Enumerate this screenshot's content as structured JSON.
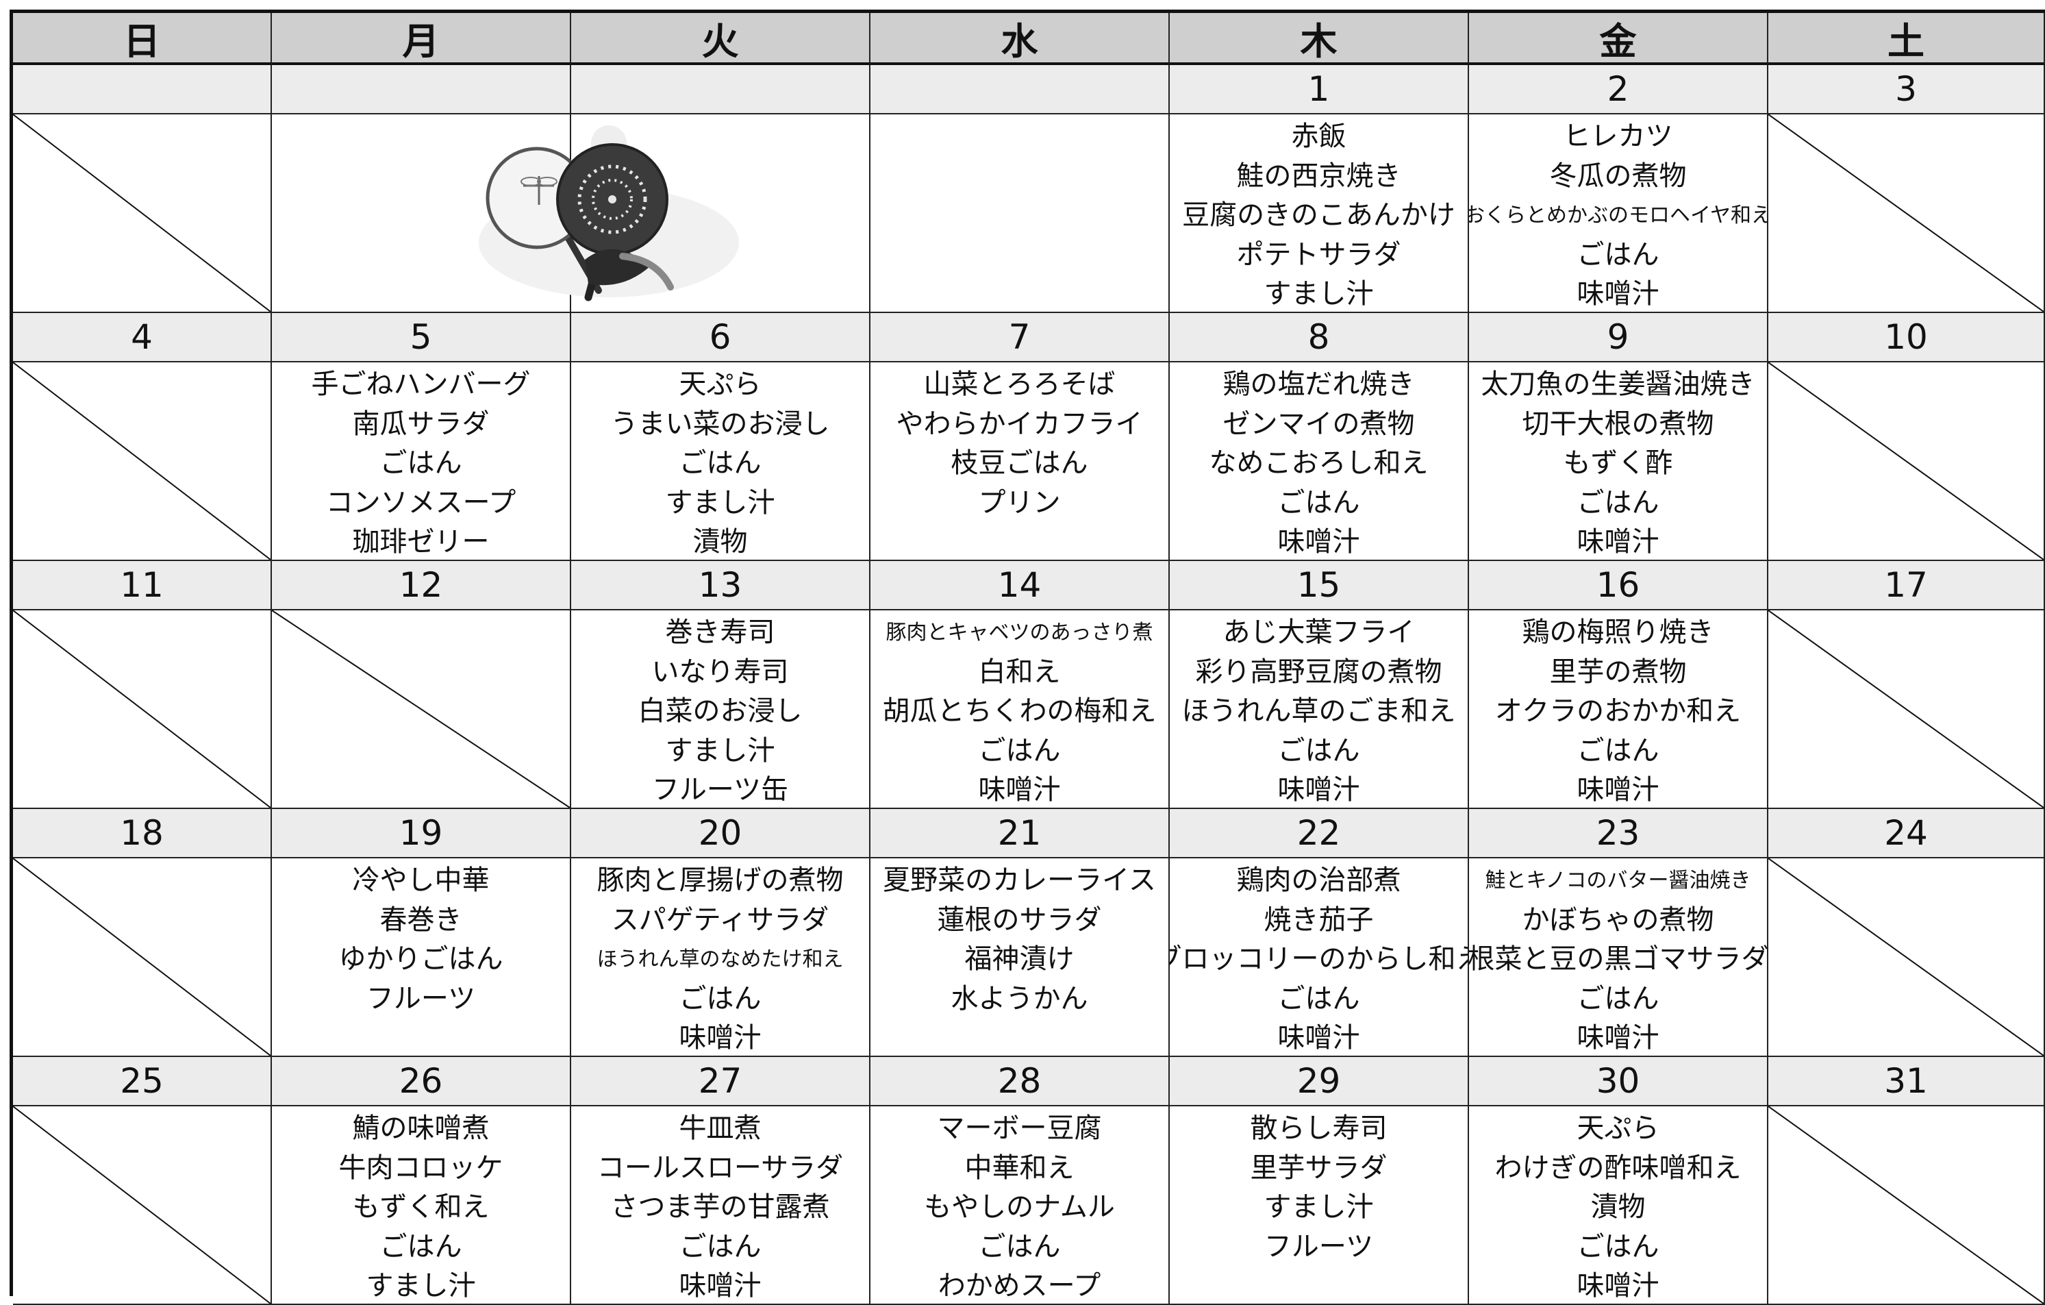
{
  "weekdays": [
    "日",
    "月",
    "火",
    "水",
    "木",
    "金",
    "土"
  ],
  "weeks": [
    {
      "dates": [
        "",
        "",
        "",
        "",
        "1",
        "2",
        "3"
      ],
      "menus": [
        null,
        [],
        [],
        [],
        [
          "赤飯",
          "鮭の西京焼き",
          "豆腐のきのこあんかけ",
          "ポテトサラダ",
          "すまし汁"
        ],
        [
          "ヒレカツ",
          "冬瓜の煮物",
          "おくらとめかぶのモロヘイヤ和え",
          "ごはん",
          "味噌汁"
        ],
        null
      ]
    },
    {
      "dates": [
        "4",
        "5",
        "6",
        "7",
        "8",
        "9",
        "10"
      ],
      "menus": [
        null,
        [
          "手ごねハンバーグ",
          "南瓜サラダ",
          "ごはん",
          "コンソメスープ",
          "珈琲ゼリー"
        ],
        [
          "天ぷら",
          "うまい菜のお浸し",
          "ごはん",
          "すまし汁",
          "漬物"
        ],
        [
          "山菜とろろそば",
          "やわらかイカフライ",
          "枝豆ごはん",
          "プリン"
        ],
        [
          "鶏の塩だれ焼き",
          "ゼンマイの煮物",
          "なめこおろし和え",
          "ごはん",
          "味噌汁"
        ],
        [
          "太刀魚の生姜醤油焼き",
          "切干大根の煮物",
          "もずく酢",
          "ごはん",
          "味噌汁"
        ],
        null
      ]
    },
    {
      "dates": [
        "11",
        "12",
        "13",
        "14",
        "15",
        "16",
        "17"
      ],
      "menus": [
        null,
        null,
        [
          "巻き寿司",
          "いなり寿司",
          "白菜のお浸し",
          "すまし汁",
          "フルーツ缶"
        ],
        [
          "豚肉とキャベツのあっさり煮",
          "白和え",
          "胡瓜とちくわの梅和え",
          "ごはん",
          "味噌汁"
        ],
        [
          "あじ大葉フライ",
          "彩り高野豆腐の煮物",
          "ほうれん草のごま和え",
          "ごはん",
          "味噌汁"
        ],
        [
          "鶏の梅照り焼き",
          "里芋の煮物",
          "オクラのおかか和え",
          "ごはん",
          "味噌汁"
        ],
        null
      ]
    },
    {
      "dates": [
        "18",
        "19",
        "20",
        "21",
        "22",
        "23",
        "24"
      ],
      "menus": [
        null,
        [
          "冷やし中華",
          "春巻き",
          "ゆかりごはん",
          "フルーツ"
        ],
        [
          "豚肉と厚揚げの煮物",
          "スパゲティサラダ",
          "ほうれん草のなめたけ和え",
          "ごはん",
          "味噌汁"
        ],
        [
          "夏野菜のカレーライス",
          "蓮根のサラダ",
          "福神漬け",
          "水ようかん"
        ],
        [
          "鶏肉の治部煮",
          "焼き茄子",
          "ブロッコリーのからし和え",
          "ごはん",
          "味噌汁"
        ],
        [
          "鮭とキノコのバター醤油焼き",
          "かぼちゃの煮物",
          "根菜と豆の黒ゴマサラダ",
          "ごはん",
          "味噌汁"
        ],
        null
      ]
    },
    {
      "dates": [
        "25",
        "26",
        "27",
        "28",
        "29",
        "30",
        "31"
      ],
      "menus": [
        null,
        [
          "鯖の味噌煮",
          "牛肉コロッケ",
          "もずく和え",
          "ごはん",
          "すまし汁"
        ],
        [
          "牛皿煮",
          "コールスローサラダ",
          "さつま芋の甘露煮",
          "ごはん",
          "味噌汁"
        ],
        [
          "マーボー豆腐",
          "中華和え",
          "もやしのナムル",
          "ごはん",
          "わかめスープ"
        ],
        [
          "散らし寿司",
          "里芋サラダ",
          "すまし汁",
          "フルーツ"
        ],
        [
          "天ぷら",
          "わけぎの酢味噌和え",
          "漬物",
          "ごはん",
          "味噌汁"
        ],
        null
      ]
    }
  ],
  "small_items": [
    "おくらとめかぶのモロヘイヤ和え",
    "豚肉とキャベツのあっさり煮",
    "ほうれん草のなめたけ和え",
    "鮭とキノコのバター醤油焼き"
  ],
  "decoration_icon": "uchiwa-fans-icon",
  "colors": {
    "header_bg": "#cfcfcf",
    "date_bg": "#ececec",
    "grid": "#222222"
  }
}
